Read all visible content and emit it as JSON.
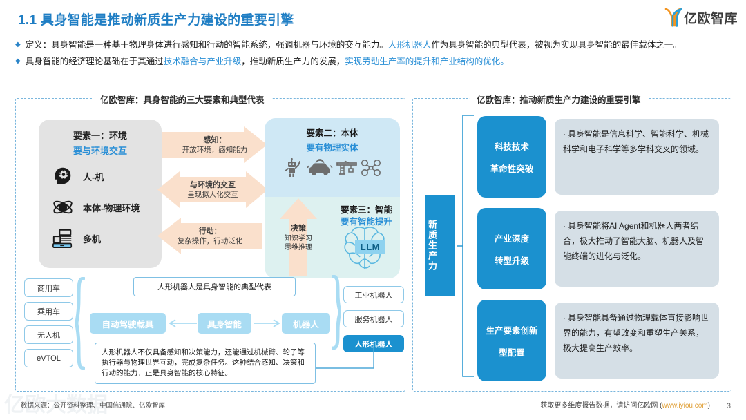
{
  "header": {
    "title": "1.1 具身智能是推动新质生产力建设的重要引擎",
    "logo_text": "亿欧智库",
    "logo_icon": "yiou-logo-icon"
  },
  "bullets": [
    {
      "marker": "◆",
      "part1": "定义：具身智能是一种基于物理身体进行感知和行动的智能系统，强调机器与环境的交互能力。",
      "highlight1": "人形机器人",
      "part2": "作为具身智能的典型代表，被视为实现具身智能的最佳载体之一。"
    },
    {
      "marker": "◆",
      "part1": "具身智能的经济理论基础在于其通过",
      "highlight1": "技术融合与产业升级",
      "part2": "，推动新质生产力的发展，",
      "highlight2": "实现劳动生产率的提升和产业结构的优化。"
    }
  ],
  "left_panel": {
    "title": "亿欧智库：具身智能的三大要素和典型代表",
    "environment": {
      "heading1": "要素一：环境",
      "heading2": "要与环境交互",
      "items": [
        {
          "icon": "head-gear-icon",
          "label": "人-机"
        },
        {
          "icon": "atom-globe-icon",
          "label": "本体-物理环境"
        },
        {
          "icon": "machine-icon",
          "label": "多机"
        }
      ]
    },
    "arrows": [
      {
        "direction": "right",
        "title": "感知：",
        "sub": "开放环境，感知能力"
      },
      {
        "direction": "both",
        "title": "与环境的交互",
        "sub": "呈现拟人化交互"
      },
      {
        "direction": "left",
        "title": "行动：",
        "sub": "复杂操作，行动泛化"
      }
    ],
    "body": {
      "heading1": "要素二：本体",
      "heading2": "要有物理实体",
      "icons": [
        "robot-icon",
        "smart-car-icon",
        "crane-icon",
        "drone-icon"
      ]
    },
    "intelligence": {
      "heading1": "要素三：智能",
      "heading2": "要有智能提升",
      "decision_title": "决策",
      "decision_line1": "知识学习",
      "decision_line2": "思维推理",
      "brain_icon": "brain-icon",
      "llm_label": "LLM"
    },
    "vehicle_boxes": [
      "商用车",
      "乘用车",
      "无人机",
      "eVTOL"
    ],
    "robot_boxes": [
      {
        "label": "工业机器人",
        "selected": false
      },
      {
        "label": "服务机器人",
        "selected": false
      },
      {
        "label": "人形机器人",
        "selected": true
      }
    ],
    "caption": "人形机器人是具身智能的典型代表",
    "flow": {
      "left_pill": "自动驾驶载具",
      "center_pill": "具身智能",
      "right_pill": "机器人"
    },
    "description": "人形机器人不仅具备感知和决策能力，还能通过机械臂、轮子等执行器与物理世界互动，完成复杂任务。这种结合感知、决策和行动的能力，正是具身智能的核心特征。"
  },
  "right_panel": {
    "title": "亿欧智库：推动新质生产力建设的重要引擎",
    "vertical_label": "新质生产力",
    "cards": [
      {
        "title_line1": "科技技术",
        "title_line2": "革命性突破",
        "bullet": "具身智能是信息科学、智能科学、机械科学和电子科学等多学科交叉的领域。"
      },
      {
        "title_line1": "产业深度",
        "title_line2": "转型升级",
        "bullet": "具身智能将AI Agent和机器人两者结合，极大推动了智能大脑、机器人及智能终端的进化与泛化。"
      },
      {
        "title_line1": "生产要素创新",
        "title_line2": "型配置",
        "bullet": "具身智能具备通过物理载体直接影响世界的能力，有望改变和重塑生产关系，极大提高生产效率。"
      }
    ]
  },
  "footer": {
    "source": "数据来源：公开资料整理、中国信通院、亿欧智库",
    "note": "获取更多维度报告数据，请访问亿欧网 (",
    "link": "www.iyiou.com",
    "note_end": ")",
    "page": "3"
  },
  "colors": {
    "title_blue": "#1f7ec4",
    "accent_blue": "#1b91cf",
    "light_blue": "#cfe8f5",
    "mint": "#ddf1f0",
    "peach": "#fae0cc",
    "gray_box": "#e3e3e3",
    "card_gray": "#d5dfe6",
    "link_orange": "#e0a13a"
  }
}
